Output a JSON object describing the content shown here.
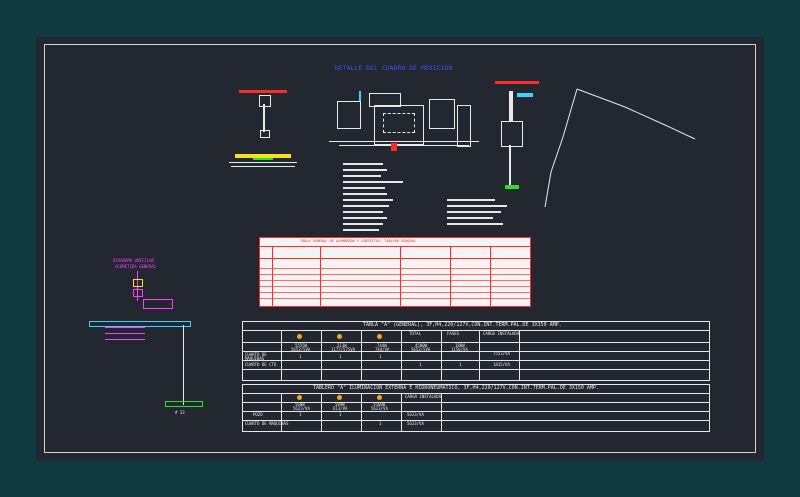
{
  "colors": {
    "viewport_bg": "#0f3a40",
    "canvas_bg": "#232830",
    "frame": "#cfd3d6",
    "title_blue": "#3b55ff",
    "red": "#ff2a2a",
    "yellow": "#f5e21b",
    "green": "#2fdc2f",
    "magenta": "#ff3cff",
    "cyan": "#39d4ff",
    "sheet_white": "#f4f4f4"
  },
  "drawing": {
    "detail_title": "DETALLE DEL CUADRO DE MEDICION",
    "diagram": {
      "label_1": "DIAGRAMA UNIFILAR",
      "label_2": "ACOMETIDA GENERAL",
      "tag": "# 33"
    },
    "table_general": {
      "title": "TABLA \"A\" (GENERAL), 3F,H4,220/127V,CON.INT.TERM.PAL.DE 3X350 AMP.",
      "headers": [
        "",
        "",
        "",
        "",
        "TOTAL",
        "FASES",
        "CARGA INSTALADA"
      ],
      "row_power": [
        "",
        "5555W",
        "213W",
        "744W",
        "4500W",
        "180W",
        ""
      ],
      "row_va": [
        "",
        "5653/5VA",
        "1177/575VA",
        "744/VA",
        "5653/5VA",
        "1150/VA",
        ""
      ],
      "row_cuarto": [
        "CUARTO DE MAQUINAS",
        "1",
        "1",
        "1",
        "",
        "",
        "7553/VA"
      ],
      "row_cuarto2": [
        "CUARTO DE CTO",
        "",
        "",
        "",
        "1",
        "1",
        "1835/VA"
      ]
    },
    "table_ext": {
      "title": "TABLERO \"A\" ILUMINACION EXTERNA E HIDRONEUMATICO, 3F,H4,220/127V,CON.INT.TERM.PAL.DE 3X150 AMP.",
      "headers": [
        "",
        "",
        "",
        "",
        "CARGA INSTALADA"
      ],
      "row_power": [
        "",
        "560W",
        "589W",
        "5560W",
        ""
      ],
      "row_va": [
        "",
        "5623/VA",
        "613/VA",
        "5623/VA",
        ""
      ],
      "row_pozo": [
        "POZO",
        "1",
        "1",
        "",
        "5623/VA"
      ],
      "row_cuarto": [
        "CUARTO DE MAQUINAS",
        "",
        "",
        "1",
        "5623/VA"
      ]
    },
    "red_table_title": "TABLA GENERAL DE ALUMBRADO Y CONTACTOS, TABLERO GENERAL"
  }
}
